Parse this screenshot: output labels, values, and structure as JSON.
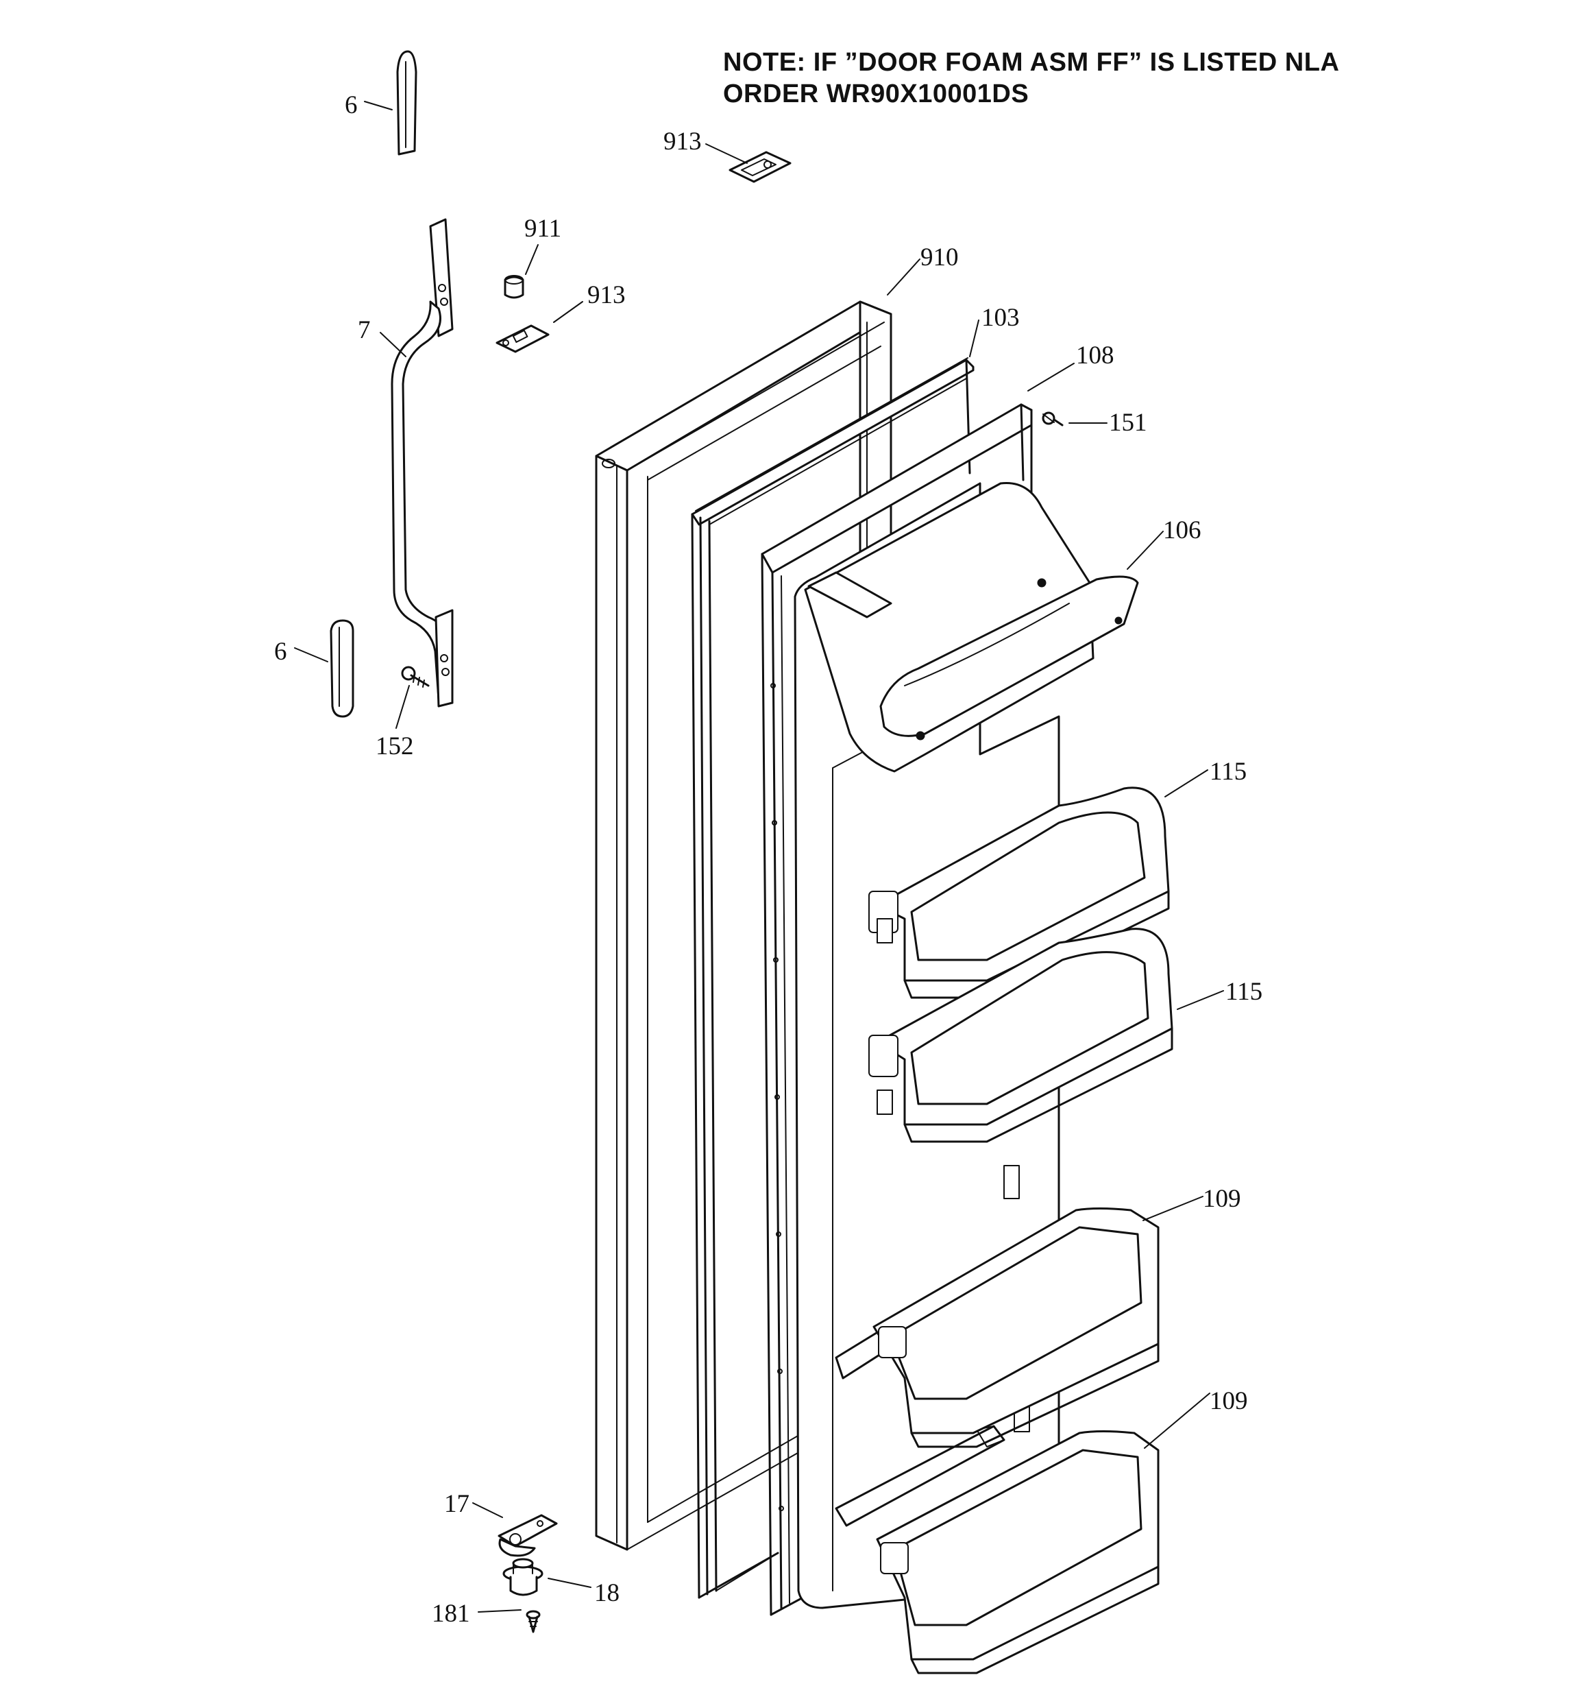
{
  "note": {
    "line1": "NOTE: IF ”DOOR FOAM ASM FF” IS LISTED NLA",
    "line2": "ORDER WR90X10001DS"
  },
  "callouts": [
    {
      "id": "c6a",
      "label": "6"
    },
    {
      "id": "c913a",
      "label": "913"
    },
    {
      "id": "c911",
      "label": "911"
    },
    {
      "id": "c913b",
      "label": "913"
    },
    {
      "id": "c7",
      "label": "7"
    },
    {
      "id": "c910",
      "label": "910"
    },
    {
      "id": "c103",
      "label": "103"
    },
    {
      "id": "c108",
      "label": "108"
    },
    {
      "id": "c151",
      "label": "151"
    },
    {
      "id": "c106",
      "label": "106"
    },
    {
      "id": "c6b",
      "label": "6"
    },
    {
      "id": "c152",
      "label": "152"
    },
    {
      "id": "c115a",
      "label": "115"
    },
    {
      "id": "c115b",
      "label": "115"
    },
    {
      "id": "c109a",
      "label": "109"
    },
    {
      "id": "c109b",
      "label": "109"
    },
    {
      "id": "c17",
      "label": "17"
    },
    {
      "id": "c18",
      "label": "18"
    },
    {
      "id": "c181",
      "label": "181"
    }
  ]
}
